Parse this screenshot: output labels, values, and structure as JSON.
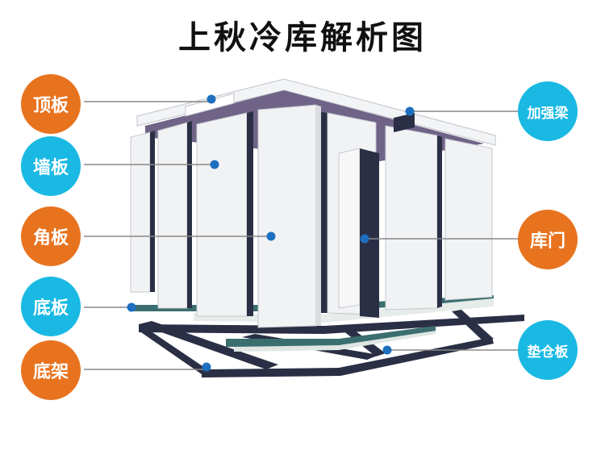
{
  "title": "上秋冷库解析图",
  "colors": {
    "orange": "#e8731f",
    "cyan": "#19b9e3",
    "dot": "#1e6fc0",
    "line": "#888888",
    "panel": "#f1f2f4",
    "panel_shade": "#d9dce1",
    "dark": "#2b2f45",
    "purple": "#6f6387",
    "teal": "#3b6e6f"
  },
  "labels": {
    "top_panel": "顶板",
    "wall_panel": "墙板",
    "corner_panel": "角板",
    "floor_panel": "底板",
    "base_frame": "底架",
    "reinforce_beam": "加强梁",
    "door": "库门",
    "pad_board": "垫仓板"
  }
}
